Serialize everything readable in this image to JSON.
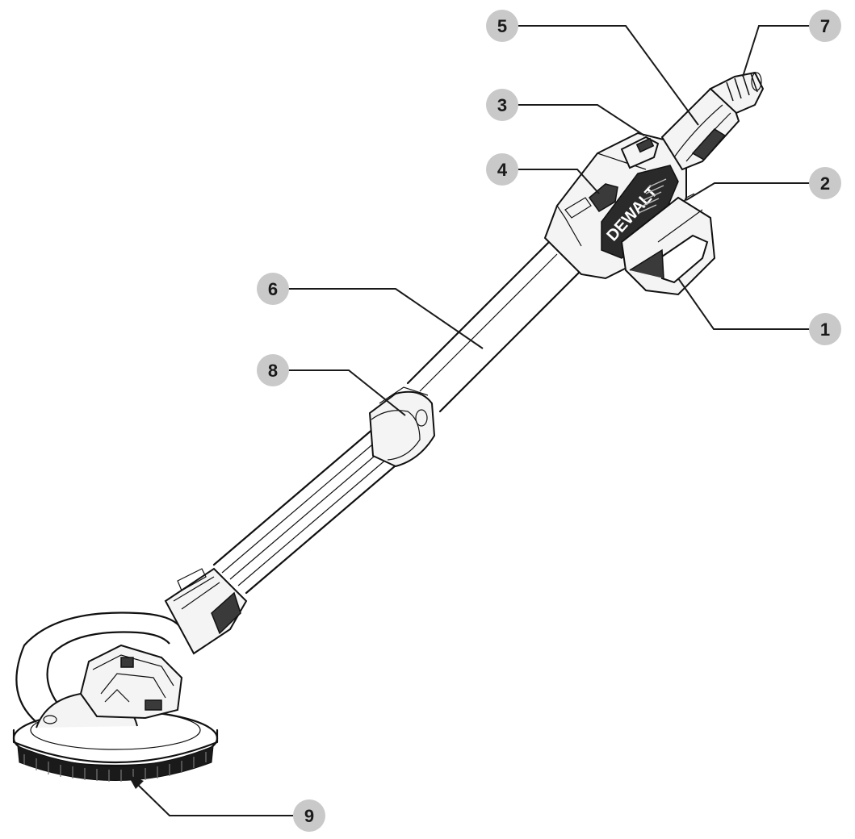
{
  "brand": {
    "logo_text": "DEWALT"
  },
  "callouts": [
    {
      "id": "c1",
      "label": "1"
    },
    {
      "id": "c2",
      "label": "2"
    },
    {
      "id": "c3",
      "label": "3"
    },
    {
      "id": "c4",
      "label": "4"
    },
    {
      "id": "c5",
      "label": "5"
    },
    {
      "id": "c6",
      "label": "6"
    },
    {
      "id": "c7",
      "label": "7"
    },
    {
      "id": "c8",
      "label": "8"
    },
    {
      "id": "c9",
      "label": "9"
    }
  ],
  "colors": {
    "callout_fill": "#c9c9c9",
    "line": "#1a1a1a",
    "background": "#ffffff"
  }
}
